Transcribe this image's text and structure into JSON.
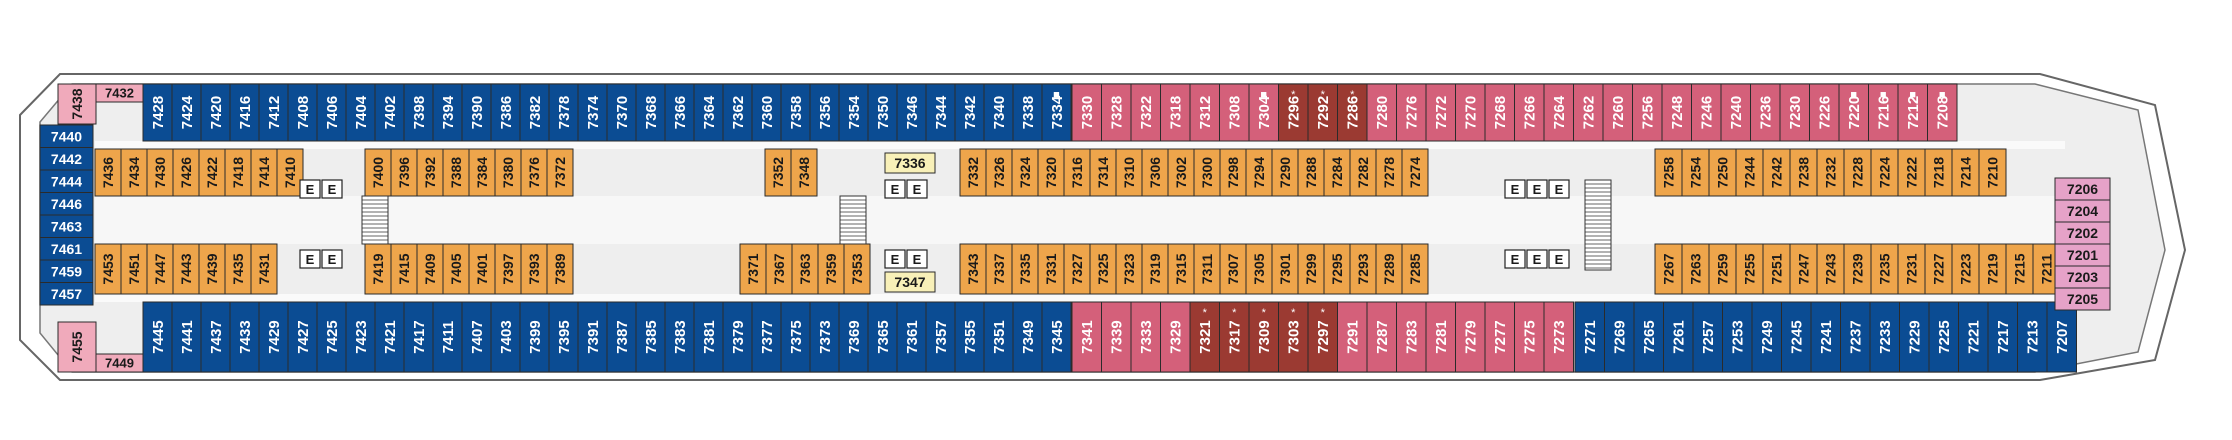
{
  "colors": {
    "blue": "#0b4c93",
    "orange": "#eea54b",
    "pink": "#d4607a",
    "brown": "#9b3a32",
    "light_pink": "#f0aabb",
    "lavender": "#e6a2c8",
    "yellow": "#f8f0b8",
    "hull": "#ffffff",
    "deck": "#e9e9e9",
    "outline": "#555555"
  },
  "elevator_label": "E",
  "symbols": {
    "star": "*",
    "square": "■",
    "triangle": "◢",
    "hollow": "□"
  },
  "legend": [],
  "rows": {
    "top_outer_blue": [
      "7428",
      "7424",
      "7420",
      "7416",
      "7412",
      "7408",
      "7406",
      "7404",
      "7402",
      "7398",
      "7394",
      "7390",
      "7386",
      "7382",
      "7378",
      "7374",
      "7370",
      "7368",
      "7366",
      "7364",
      "7362",
      "7360",
      "7358",
      "7356",
      "7354",
      "7350",
      "7346",
      "7344",
      "7342",
      "7340",
      "7338",
      "7334"
    ],
    "top_outer_pink": [
      "7330",
      "7328",
      "7322",
      "7318",
      "7312",
      "7308",
      "7304",
      "7296",
      "7292",
      "7286",
      "7280",
      "7276",
      "7272",
      "7270",
      "7268",
      "7266",
      "7264",
      "7262",
      "7260",
      "7256",
      "7248",
      "7246",
      "7240",
      "7236",
      "7230",
      "7226",
      "7220",
      "7216",
      "7212",
      "7208"
    ],
    "inner_top_left_a": [
      "7436",
      "7434",
      "7430",
      "7426",
      "7422",
      "7418",
      "7414",
      "7410"
    ],
    "inner_top_left_b": [
      "7400",
      "7396",
      "7392",
      "7388",
      "7384",
      "7380",
      "7376",
      "7372"
    ],
    "inner_top_mid": [
      "7352",
      "7348"
    ],
    "inner_top_right_a": [
      "7332",
      "7326",
      "7324",
      "7320",
      "7316",
      "7314",
      "7310",
      "7306",
      "7302",
      "7300",
      "7298",
      "7294",
      "7290",
      "7288",
      "7284",
      "7282",
      "7278",
      "7274"
    ],
    "inner_top_right_b": [
      "7258",
      "7254",
      "7250",
      "7244",
      "7242",
      "7238",
      "7232",
      "7228",
      "7224",
      "7222",
      "7218",
      "7214",
      "7210"
    ],
    "inner_bot_left_a": [
      "7453",
      "7451",
      "7447",
      "7443",
      "7439",
      "7435",
      "7431"
    ],
    "inner_bot_left_b": [
      "7419",
      "7415",
      "7409",
      "7405",
      "7401",
      "7397",
      "7393",
      "7389"
    ],
    "inner_bot_mid": [
      "7371",
      "7367",
      "7363",
      "7359",
      "7353"
    ],
    "inner_bot_right_a": [
      "7343",
      "7337",
      "7335",
      "7331",
      "7327",
      "7325",
      "7323",
      "7319",
      "7315",
      "7311",
      "7307",
      "7305",
      "7301",
      "7299",
      "7295",
      "7293",
      "7289",
      "7285"
    ],
    "inner_bot_right_b": [
      "7267",
      "7263",
      "7259",
      "7255",
      "7251",
      "7247",
      "7243",
      "7239",
      "7235",
      "7231",
      "7227",
      "7223",
      "7219",
      "7215",
      "7211"
    ],
    "bottom_outer_blue": [
      "7445",
      "7441",
      "7437",
      "7433",
      "7429",
      "7427",
      "7425",
      "7423",
      "7421",
      "7417",
      "7411",
      "7407",
      "7403",
      "7399",
      "7395",
      "7391",
      "7387",
      "7385",
      "7383",
      "7381",
      "7379",
      "7377",
      "7375",
      "7373",
      "7369",
      "7365",
      "7361",
      "7357",
      "7355",
      "7351",
      "7349",
      "7345"
    ],
    "bottom_outer_pink": [
      "7341",
      "7339",
      "7333",
      "7329",
      "7321",
      "7317",
      "7309",
      "7303",
      "7297",
      "7291",
      "7287",
      "7283",
      "7281",
      "7279",
      "7277",
      "7275",
      "7273"
    ],
    "bottom_outer_blue_right": [
      "7271",
      "7269",
      "7265",
      "7261",
      "7257",
      "7253",
      "7249",
      "7245",
      "7241",
      "7237",
      "7233",
      "7229",
      "7225",
      "7221",
      "7217",
      "7213",
      "7207"
    ],
    "aft_blue": [
      "7440",
      "7442",
      "7444",
      "7446",
      "7463",
      "7461",
      "7459",
      "7457"
    ],
    "aft_pink": [
      "7438",
      "7432",
      "7455",
      "7449"
    ],
    "stair_yellow": [
      "7336",
      "7347"
    ],
    "bow_lavender": [
      "7206",
      "7204",
      "7202",
      "7201",
      "7203",
      "7205"
    ]
  },
  "brown_cabins": [
    "7296",
    "7292",
    "7286",
    "7321",
    "7317",
    "7309",
    "7303",
    "7297"
  ],
  "star_cabins": [
    "7296",
    "7292",
    "7286",
    "7321",
    "7317",
    "7309",
    "7303",
    "7297"
  ],
  "square_cabins": [
    "7334",
    "7304",
    "7208",
    "7220",
    "7212",
    "7216"
  ]
}
